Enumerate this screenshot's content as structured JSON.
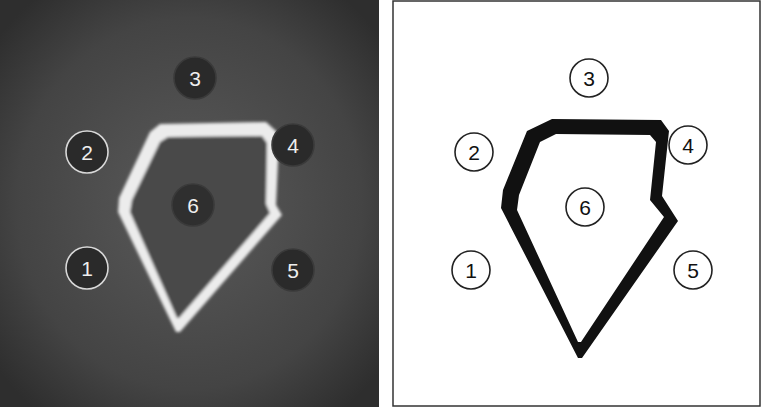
{
  "diagram": {
    "nodes": [
      {
        "text": [
          "3"
        ]
      },
      {
        "text": [
          "2"
        ]
      },
      {
        "text": [
          "4"
        ]
      },
      {
        "text": [
          "6"
        ]
      },
      {
        "text": [
          "1"
        ]
      },
      {
        "text": [
          "5"
        ]
      },
      {
        "text": [
          "3"
        ]
      },
      {
        "text": [
          "2"
        ]
      },
      {
        "text": [
          "4"
        ]
      },
      {
        "text": [
          "6"
        ]
      },
      {
        "text": [
          "1"
        ]
      },
      {
        "text": [
          "5"
        ]
      }
    ]
  }
}
